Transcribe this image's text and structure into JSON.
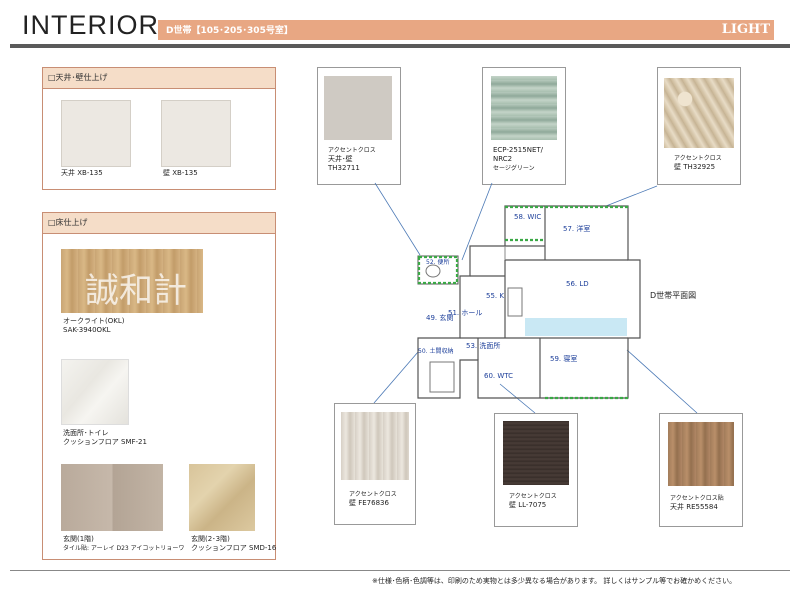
{
  "header": {
    "title": "INTERIOR",
    "unit_label": "D世帯【105･205･305号室】",
    "theme": "LIGHT"
  },
  "ceiling_wall": {
    "heading": "□天井･壁仕上げ",
    "items": [
      {
        "label": "天井 XB-135"
      },
      {
        "label": "壁 XB-135"
      }
    ]
  },
  "floor": {
    "heading": "□床仕上げ",
    "watermark": "誠和計",
    "items": [
      {
        "line1": "オークライト(OKL)",
        "line2": "SAK-3940OKL"
      },
      {
        "line1": "洗面所･トイレ",
        "line2": "クッションフロア SMF-21"
      },
      {
        "line1": "玄関(1階)",
        "line2": "タイル貼: アーレイ D23 アイコットリョーワ"
      },
      {
        "line1": "玄関(2･3階)",
        "line2": "クッションフロア SMD-16"
      }
    ]
  },
  "callouts": {
    "c1": {
      "line1": "アクセントクロス",
      "line2": "天井･壁",
      "line3": "TH32711"
    },
    "c2": {
      "line1": "ECP-2515NET/",
      "line2": "NRC2",
      "line3": "セージグリーン"
    },
    "c3": {
      "line1": "アクセントクロス",
      "line2": "壁 TH32925"
    },
    "c4": {
      "line1": "アクセントクロス",
      "line2": "壁  FE76836"
    },
    "c5": {
      "line1": "アクセントクロス",
      "line2": "壁  LL-7075"
    },
    "c6": {
      "line1": "アクセントクロス貼",
      "line2": "天井 RE55584"
    }
  },
  "floorplan": {
    "title": "D世帯平面図",
    "rooms": [
      "58. WIC",
      "57. 洋室",
      "52. 便所",
      "55. K",
      "56. LD",
      "51. ホール",
      "49. 玄関",
      "50. 土間収納",
      "53. 洗面所",
      "59. 寝室",
      "60. WTC"
    ]
  },
  "footer": {
    "note": "※仕様･色柄･色調等は、印刷のため実物とは多少異なる場合があります。 詳しくはサンプル等でお確かめください。"
  }
}
